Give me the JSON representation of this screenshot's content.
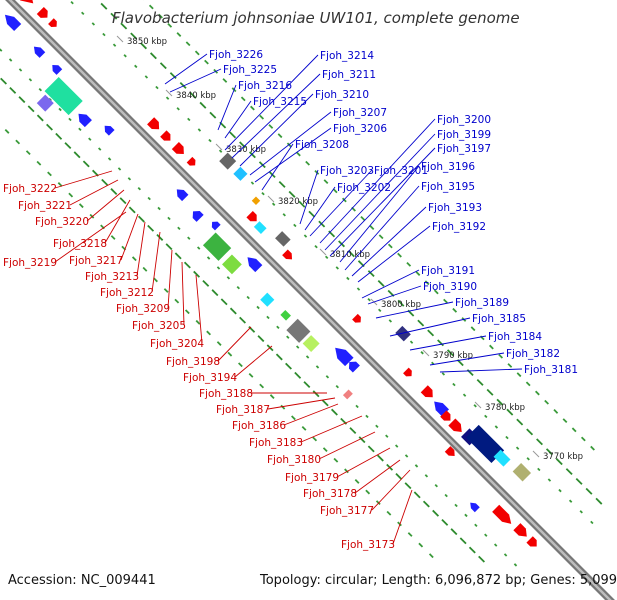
{
  "title": "Flavobacterium johnsoniae UW101, complete genome",
  "footer": {
    "accession": "Accession: NC_009441",
    "summary": "Topology: circular; Length: 6,096,872 bp; Genes: 5,099"
  },
  "colors": {
    "forward_label": "#0000cc",
    "reverse_label": "#cc0000",
    "backbone": "#888888",
    "tick_mark": "#2e8b2e"
  },
  "scale_ticks": [
    "3850 kbp",
    "3840 kbp",
    "3830 kbp",
    "3820 kbp",
    "3810 kbp",
    "3800 kbp",
    "3790 kbp",
    "3780 kbp",
    "3770 kbp"
  ],
  "forward_labels": [
    "Fjoh_3226",
    "Fjoh_3225",
    "Fjoh_3216",
    "Fjoh_3215",
    "Fjoh_3214",
    "Fjoh_3211",
    "Fjoh_3210",
    "Fjoh_3207",
    "Fjoh_3206",
    "Fjoh_3208",
    "Fjoh_3203",
    "Fjoh_3202",
    "Fjoh_3201",
    "Fjoh_3200",
    "Fjoh_3199",
    "Fjoh_3197",
    "Fjoh_3196",
    "Fjoh_3195",
    "Fjoh_3193",
    "Fjoh_3192",
    "Fjoh_3191",
    "Fjoh_3190",
    "Fjoh_3189",
    "Fjoh_3185",
    "Fjoh_3184",
    "Fjoh_3182",
    "Fjoh_3181"
  ],
  "reverse_labels": [
    "Fjoh_3222",
    "Fjoh_3221",
    "Fjoh_3220",
    "Fjoh_3218",
    "Fjoh_3219",
    "Fjoh_3217",
    "Fjoh_3213",
    "Fjoh_3212",
    "Fjoh_3209",
    "Fjoh_3205",
    "Fjoh_3204",
    "Fjoh_3198",
    "Fjoh_3194",
    "Fjoh_3188",
    "Fjoh_3187",
    "Fjoh_3186",
    "Fjoh_3183",
    "Fjoh_3180",
    "Fjoh_3179",
    "Fjoh_3178",
    "Fjoh_3177",
    "Fjoh_3173"
  ]
}
